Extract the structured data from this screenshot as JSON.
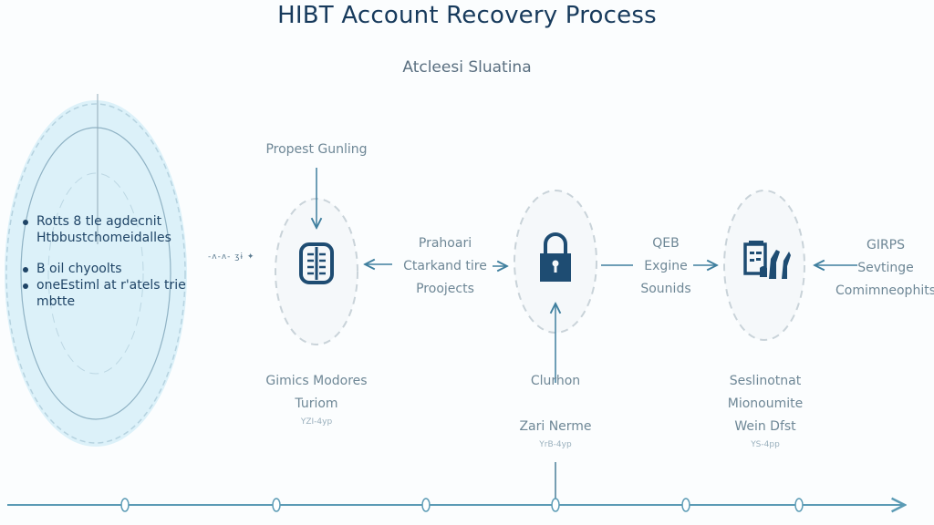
{
  "title": "HIBT Account Recovery Process",
  "subtitle": "Atcleesi Sluatina",
  "colors": {
    "primary_dark": "#173a5c",
    "icon_blue": "#1e4c72",
    "arrow_teal": "#3f7f9e",
    "light_circle": "#d6eef8",
    "text_muted": "#6e8796",
    "timeline": "#5b9bb5"
  },
  "left_panel": {
    "bullets": [
      "Rotts 8 tle agdecnit Htbbustchomeidalles",
      "B oil chyoolts",
      "oneEstiml at r'atels trie mbtte"
    ],
    "connector_text": "-ʌ-ʌ- ʒɨ ✦"
  },
  "nodes": [
    {
      "id": "document-node",
      "icon": "document-grid-icon",
      "top_label": "Propest Gunling",
      "bottom_label": [
        "Gimics Modores",
        "Turiom"
      ],
      "bottom_small": "YZI-4yp"
    },
    {
      "id": "lock-node",
      "icon": "padlock-icon",
      "bottom_label_upper": "Clurhon",
      "bottom_label": [
        "Zari Nerme"
      ],
      "bottom_small": "YrB-4yp"
    },
    {
      "id": "verify-node",
      "icon": "clipboard-check-icon",
      "bottom_label": [
        "Seslinotnat",
        "Mionoumite",
        "Wein Dfst"
      ],
      "bottom_small": "YS-4pp"
    }
  ],
  "between_labels": {
    "step_a": [
      "Prahoari",
      "Ctarkand tire",
      "Proojects"
    ],
    "step_b": [
      "QEB",
      "Exgine",
      "Sounids"
    ],
    "step_c": [
      "GIRPS",
      "Sevtinge",
      "Comimneophits"
    ]
  },
  "timeline": {
    "marker_count": 6,
    "highlighted_marker": 4
  }
}
